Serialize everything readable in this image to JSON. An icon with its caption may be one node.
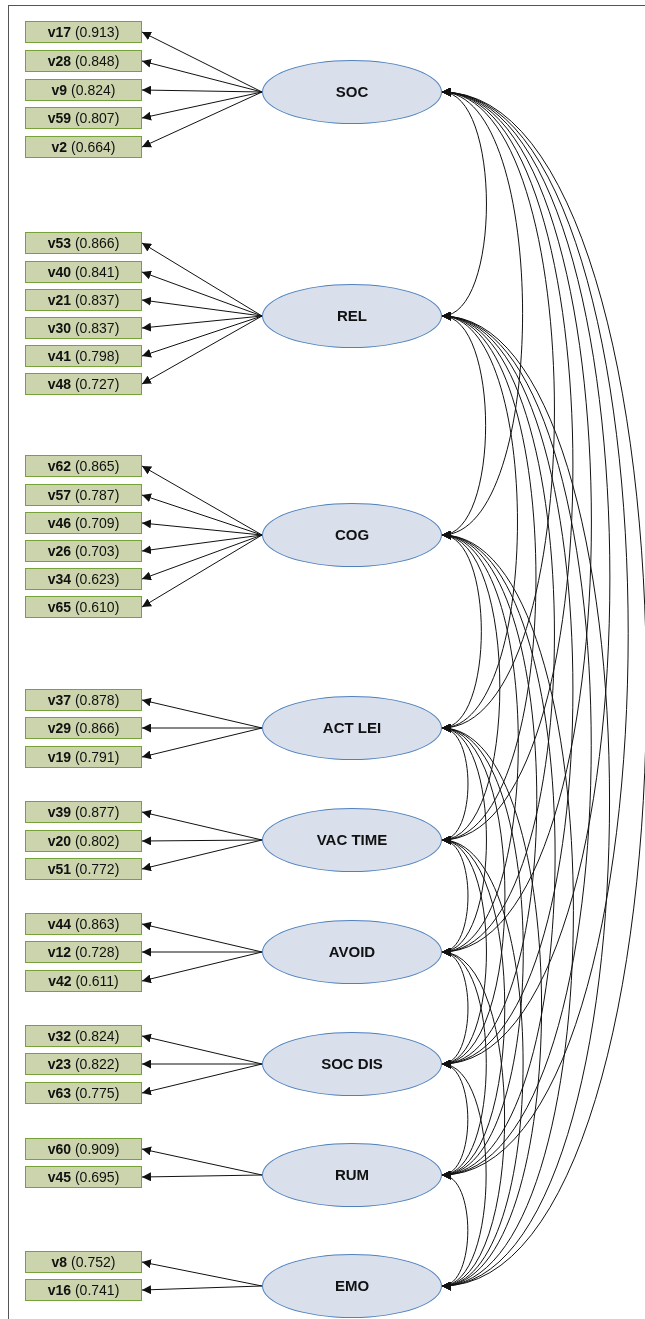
{
  "diagram": {
    "nodes": [
      {
        "text": [
          "SOC"
        ]
      },
      {
        "text": [
          "**v17** (0.913)"
        ]
      },
      {
        "text": [
          "**v28** (0.848)"
        ]
      },
      {
        "text": [
          "**v9** (0.824)"
        ]
      },
      {
        "text": [
          "**v59** (0.807)"
        ]
      },
      {
        "text": [
          "**v2** (0.664)"
        ]
      },
      {
        "text": [
          "REL"
        ]
      },
      {
        "text": [
          "**v53** (0.866)"
        ]
      },
      {
        "text": [
          "**v40** (0.841)"
        ]
      },
      {
        "text": [
          "**v21** (0.837)"
        ]
      },
      {
        "text": [
          "**v30** (0.837)"
        ]
      },
      {
        "text": [
          "**v41** (0.798)"
        ]
      },
      {
        "text": [
          "**v48** (0.727)"
        ]
      },
      {
        "text": [
          "COG"
        ]
      },
      {
        "text": [
          "**v62** (0.865)"
        ]
      },
      {
        "text": [
          "**v57** (0.787)"
        ]
      },
      {
        "text": [
          "**v46** (0.709)"
        ]
      },
      {
        "text": [
          "**v26** (0.703)"
        ]
      },
      {
        "text": [
          "**v34** (0.623)"
        ]
      },
      {
        "text": [
          "**v65** (0.610)"
        ]
      },
      {
        "text": [
          "ACT LEI"
        ]
      },
      {
        "text": [
          "**v37** (0.878)"
        ]
      },
      {
        "text": [
          "**v29** (0.866)"
        ]
      },
      {
        "text": [
          "**v19** (0.791)"
        ]
      },
      {
        "text": [
          "VAC TIME"
        ]
      },
      {
        "text": [
          "**v39** (0.877)"
        ]
      },
      {
        "text": [
          "**v20** (0.802)"
        ]
      },
      {
        "text": [
          "**v51** (0.772)"
        ]
      },
      {
        "text": [
          "AVOID"
        ]
      },
      {
        "text": [
          "**v44** (0.863)"
        ]
      },
      {
        "text": [
          "**v12** (0.728)"
        ]
      },
      {
        "text": [
          "**v42** (0.611)"
        ]
      },
      {
        "text": [
          "SOC DIS"
        ]
      },
      {
        "text": [
          "**v32** (0.824)"
        ]
      },
      {
        "text": [
          "**v23** (0.822)"
        ]
      },
      {
        "text": [
          "**v63** (0.775)"
        ]
      },
      {
        "text": [
          "RUM"
        ]
      },
      {
        "text": [
          "**v60** (0.909)"
        ]
      },
      {
        "text": [
          "**v45** (0.695)"
        ]
      },
      {
        "text": [
          "EMO"
        ]
      },
      {
        "text": [
          "**v8** (0.752)"
        ]
      },
      {
        "text": [
          "**v16** (0.741)"
        ]
      }
    ],
    "edges": [
      {
        "from": 0,
        "to": 1,
        "arrow": "to"
      },
      {
        "from": 0,
        "to": 2,
        "arrow": "to"
      },
      {
        "from": 0,
        "to": 3,
        "arrow": "to"
      },
      {
        "from": 0,
        "to": 4,
        "arrow": "to"
      },
      {
        "from": 0,
        "to": 5,
        "arrow": "to"
      },
      {
        "from": 6,
        "to": 7,
        "arrow": "to"
      },
      {
        "from": 6,
        "to": 8,
        "arrow": "to"
      },
      {
        "from": 6,
        "to": 9,
        "arrow": "to"
      },
      {
        "from": 6,
        "to": 10,
        "arrow": "to"
      },
      {
        "from": 6,
        "to": 11,
        "arrow": "to"
      },
      {
        "from": 6,
        "to": 12,
        "arrow": "to"
      },
      {
        "from": 13,
        "to": 14,
        "arrow": "to"
      },
      {
        "from": 13,
        "to": 15,
        "arrow": "to"
      },
      {
        "from": 13,
        "to": 16,
        "arrow": "to"
      },
      {
        "from": 13,
        "to": 17,
        "arrow": "to"
      },
      {
        "from": 13,
        "to": 18,
        "arrow": "to"
      },
      {
        "from": 13,
        "to": 19,
        "arrow": "to"
      },
      {
        "from": 20,
        "to": 21,
        "arrow": "to"
      },
      {
        "from": 20,
        "to": 22,
        "arrow": "to"
      },
      {
        "from": 20,
        "to": 23,
        "arrow": "to"
      },
      {
        "from": 24,
        "to": 25,
        "arrow": "to"
      },
      {
        "from": 24,
        "to": 26,
        "arrow": "to"
      },
      {
        "from": 24,
        "to": 27,
        "arrow": "to"
      },
      {
        "from": 28,
        "to": 29,
        "arrow": "to"
      },
      {
        "from": 28,
        "to": 30,
        "arrow": "to"
      },
      {
        "from": 28,
        "to": 31,
        "arrow": "to"
      },
      {
        "from": 32,
        "to": 33,
        "arrow": "to"
      },
      {
        "from": 32,
        "to": 34,
        "arrow": "to"
      },
      {
        "from": 32,
        "to": 35,
        "arrow": "to"
      },
      {
        "from": 36,
        "to": 37,
        "arrow": "to"
      },
      {
        "from": 36,
        "to": 38,
        "arrow": "to"
      },
      {
        "from": 39,
        "to": 40,
        "arrow": "to"
      },
      {
        "from": 39,
        "to": 41,
        "arrow": "to"
      },
      {
        "from": 0,
        "to": 6,
        "arrow": "both"
      },
      {
        "from": 0,
        "to": 13,
        "arrow": "both"
      },
      {
        "from": 0,
        "to": 20,
        "arrow": "both"
      },
      {
        "from": 0,
        "to": 24,
        "arrow": "both"
      },
      {
        "from": 0,
        "to": 28,
        "arrow": "both"
      },
      {
        "from": 0,
        "to": 32,
        "arrow": "both"
      },
      {
        "from": 0,
        "to": 36,
        "arrow": "both"
      },
      {
        "from": 0,
        "to": 39,
        "arrow": "both"
      },
      {
        "from": 6,
        "to": 13,
        "arrow": "both"
      },
      {
        "from": 6,
        "to": 20,
        "arrow": "both"
      },
      {
        "from": 6,
        "to": 24,
        "arrow": "both"
      },
      {
        "from": 6,
        "to": 28,
        "arrow": "both"
      },
      {
        "from": 6,
        "to": 32,
        "arrow": "both"
      },
      {
        "from": 6,
        "to": 36,
        "arrow": "both"
      },
      {
        "from": 6,
        "to": 39,
        "arrow": "both"
      },
      {
        "from": 13,
        "to": 20,
        "arrow": "both"
      },
      {
        "from": 13,
        "to": 24,
        "arrow": "both"
      },
      {
        "from": 13,
        "to": 28,
        "arrow": "both"
      },
      {
        "from": 13,
        "to": 32,
        "arrow": "both"
      },
      {
        "from": 13,
        "to": 36,
        "arrow": "both"
      },
      {
        "from": 13,
        "to": 39,
        "arrow": "both"
      },
      {
        "from": 20,
        "to": 24,
        "arrow": "both"
      },
      {
        "from": 20,
        "to": 28,
        "arrow": "both"
      },
      {
        "from": 20,
        "to": 32,
        "arrow": "both"
      },
      {
        "from": 20,
        "to": 36,
        "arrow": "both"
      },
      {
        "from": 20,
        "to": 39,
        "arrow": "both"
      },
      {
        "from": 24,
        "to": 28,
        "arrow": "both"
      },
      {
        "from": 24,
        "to": 32,
        "arrow": "both"
      },
      {
        "from": 24,
        "to": 36,
        "arrow": "both"
      },
      {
        "from": 24,
        "to": 39,
        "arrow": "both"
      },
      {
        "from": 28,
        "to": 32,
        "arrow": "both"
      },
      {
        "from": 28,
        "to": 36,
        "arrow": "both"
      },
      {
        "from": 28,
        "to": 39,
        "arrow": "both"
      },
      {
        "from": 32,
        "to": 36,
        "arrow": "both"
      },
      {
        "from": 32,
        "to": 39,
        "arrow": "both"
      },
      {
        "from": 36,
        "to": 39,
        "arrow": "both"
      }
    ]
  }
}
